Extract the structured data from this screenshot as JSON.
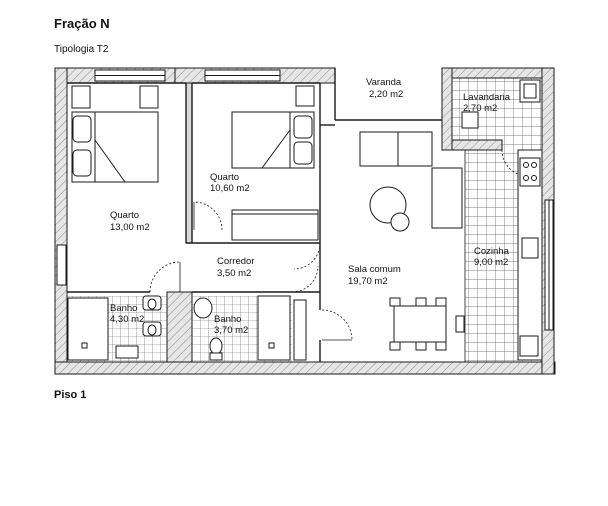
{
  "header": {
    "title": "Fração N",
    "subtitle": "Tipologia T2"
  },
  "footer": {
    "floor_label": "Piso 1"
  },
  "rooms": [
    {
      "id": "varanda",
      "name": "Varanda",
      "area": "2,20 m2"
    },
    {
      "id": "lavandaria",
      "name": "Lavandaria",
      "area": "2,70 m2"
    },
    {
      "id": "quarto-1",
      "name": "Quarto",
      "area": "10,60 m2"
    },
    {
      "id": "quarto-2",
      "name": "Quarto",
      "area": "13,00 m2"
    },
    {
      "id": "corredor",
      "name": "Corredor",
      "area": "3,50 m2"
    },
    {
      "id": "sala-comum",
      "name": "Sala comum",
      "area": "19,70 m2"
    },
    {
      "id": "cozinha",
      "name": "Cozinha",
      "area": "9,00 m2"
    },
    {
      "id": "banho-1",
      "name": "Banho",
      "area": "4,30 m2"
    },
    {
      "id": "banho-2",
      "name": "Banho",
      "area": "3,70 m2"
    }
  ],
  "colors": {
    "wall": "#d9d9d9",
    "line": "#1a1a1a",
    "tile": "#555555"
  }
}
